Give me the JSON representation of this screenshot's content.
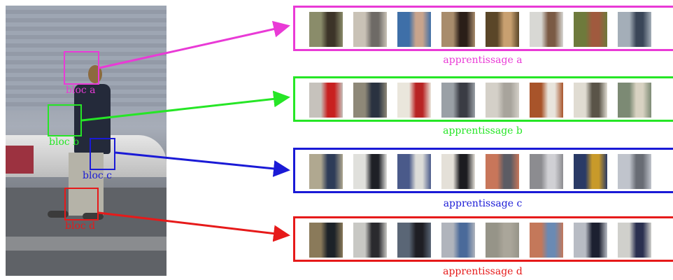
{
  "colors": {
    "a": "#e93ad6",
    "b": "#26e626",
    "c": "#1a1ad6",
    "d": "#e61a1a"
  },
  "blocs": [
    {
      "id": "a",
      "label": "bloc a"
    },
    {
      "id": "b",
      "label": "bloc b"
    },
    {
      "id": "c",
      "label": "bloc c"
    },
    {
      "id": "d",
      "label": "bloc d"
    }
  ],
  "panels": [
    {
      "id": "a",
      "label": "apprentissage a",
      "thumbs": [
        [
          "#8a8c6a",
          "#3c3428"
        ],
        [
          "#c9c2b6",
          "#6e6a66"
        ],
        [
          "#3e6fa8",
          "#c9a48c"
        ],
        [
          "#a88c6c",
          "#2a1e18"
        ],
        [
          "#5a4628",
          "#c8a070"
        ],
        [
          "#d8d8d4",
          "#7a5a44"
        ],
        [
          "#6e7a3c",
          "#a05a3e"
        ],
        [
          "#a4aeb8",
          "#3a4658"
        ]
      ]
    },
    {
      "id": "b",
      "label": "apprentissage b",
      "thumbs": [
        [
          "#c6c2bc",
          "#c82020"
        ],
        [
          "#8e8878",
          "#2a3240"
        ],
        [
          "#eae6dc",
          "#b82424"
        ],
        [
          "#9aa0a6",
          "#3a3c44"
        ],
        [
          "#d4d0c8",
          "#a8a49c"
        ],
        [
          "#a8542a",
          "#e8e4dc"
        ],
        [
          "#e0dcd2",
          "#5a5448"
        ],
        [
          "#7c8a74",
          "#d8d2c2"
        ]
      ]
    },
    {
      "id": "c",
      "label": "apprentissage c",
      "thumbs": [
        [
          "#b0a890",
          "#2e3c58"
        ],
        [
          "#e0e0dc",
          "#1e2026"
        ],
        [
          "#4a5a8a",
          "#dcdcd8"
        ],
        [
          "#e4e0d8",
          "#1c1c20"
        ],
        [
          "#c8765a",
          "#5c5c64"
        ],
        [
          "#8c8c90",
          "#d0d0d4"
        ],
        [
          "#2a3a66",
          "#c89a2a"
        ],
        [
          "#c0c4cc",
          "#686c74"
        ]
      ]
    },
    {
      "id": "d",
      "label": "apprentissage d",
      "thumbs": [
        [
          "#8a7a5a",
          "#1c2228"
        ],
        [
          "#c8c8c4",
          "#2a2a2e"
        ],
        [
          "#5a6676",
          "#1e1e24"
        ],
        [
          "#b0b4bc",
          "#4a6a9a"
        ],
        [
          "#969488",
          "#aaa69a"
        ],
        [
          "#c4785a",
          "#6a8ab4"
        ],
        [
          "#b8bcc4",
          "#1c2030"
        ],
        [
          "#d0d0cc",
          "#2a3050"
        ]
      ]
    }
  ]
}
